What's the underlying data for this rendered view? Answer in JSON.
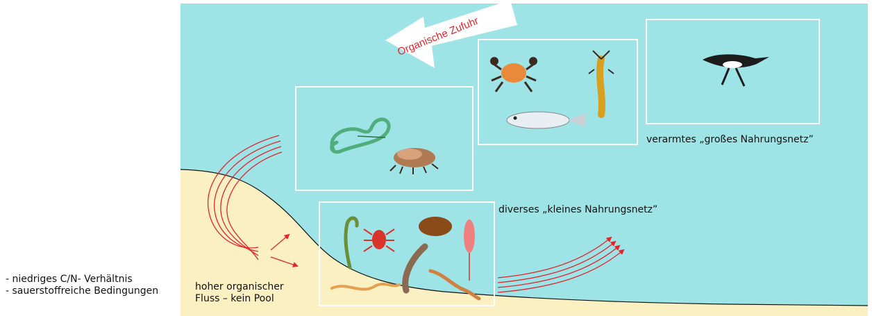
{
  "labels": {
    "organic_input": "Organische Zufuhr",
    "large_web": "verarmtes „großes Nahrungsnetz”",
    "small_web": "diverses „kleines Nahrungsnetz”",
    "high_flux_line1": "hoher organischer",
    "high_flux_line2": "Fluss – kein Pool"
  },
  "conditions": [
    "- niedriges C/N- Verhältnis",
    "- sauerstoffreiche Bedingungen"
  ],
  "colors": {
    "water": "#9ee3e6",
    "sediment": "#fbf0c2",
    "arrow_red": "#e0262b",
    "box_border": "#ffffff"
  }
}
